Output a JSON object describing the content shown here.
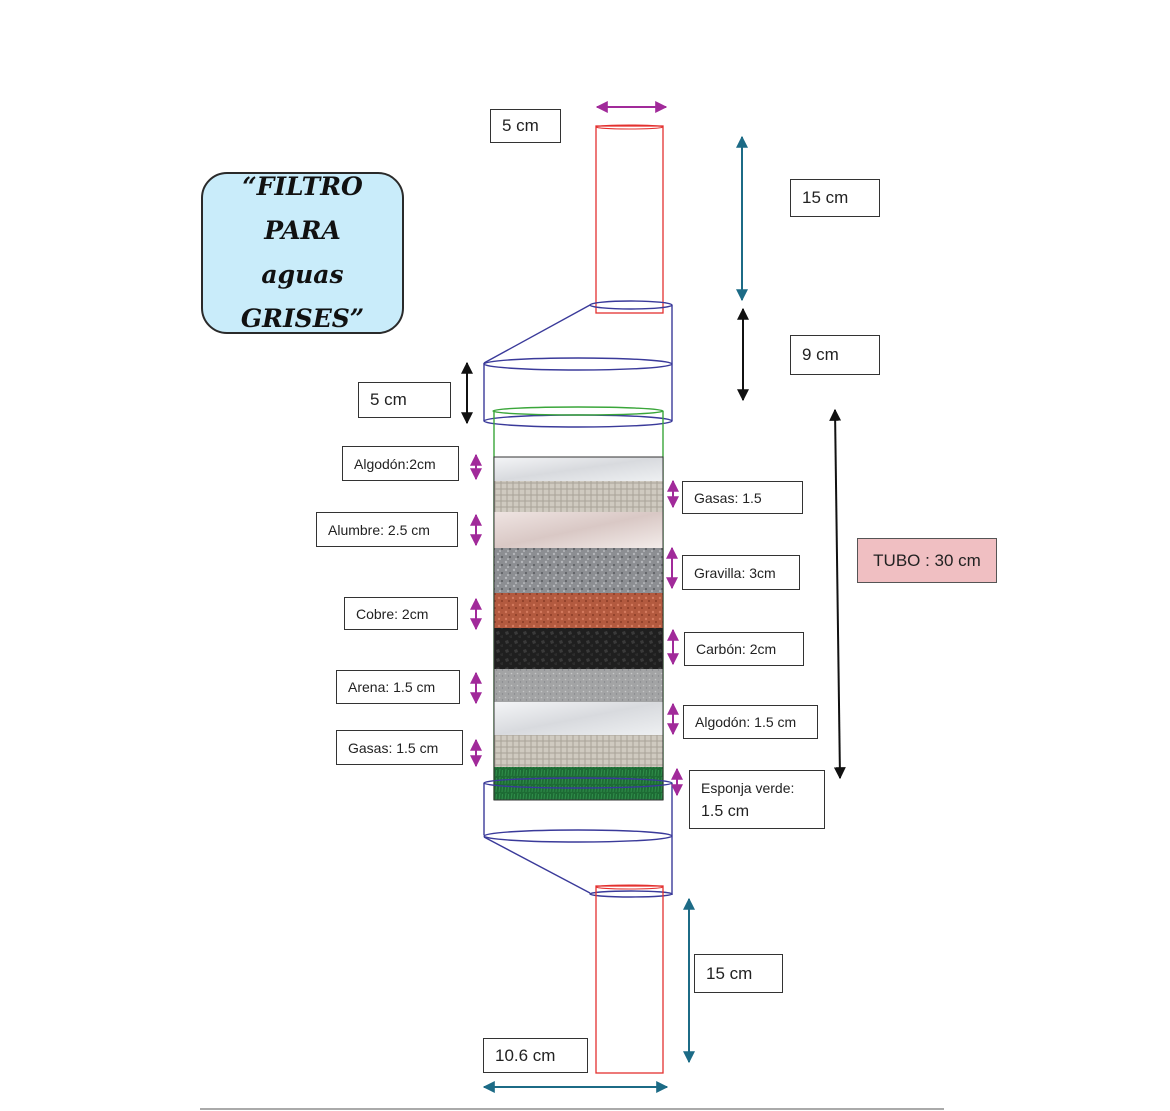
{
  "title": "“FILTRO PARA\naguas\nGRISES”",
  "dimensions": {
    "top_width": "5 cm",
    "top_tube_height": "15 cm",
    "reducer_height": "9 cm",
    "cap_height": "5 cm",
    "tube_total": "TUBO : 30 cm",
    "bottom_tube_height": "15 cm",
    "bottom_width": "10.6 cm"
  },
  "layers": [
    {
      "label": "Algodón:2cm",
      "side": "left",
      "color": "#e6e8ec"
    },
    {
      "label": "Gasas: 1.5",
      "side": "right",
      "color": "#c8c4bc"
    },
    {
      "label": "Alumbre: 2.5 cm",
      "side": "left",
      "color": "#e9dcd9"
    },
    {
      "label": "Gravilla: 3cm",
      "side": "right",
      "color": "#8c8e92"
    },
    {
      "label": "Cobre: 2cm",
      "side": "left",
      "color": "#b35a3f"
    },
    {
      "label": "Carbón: 2cm",
      "side": "right",
      "color": "#1f1f1f"
    },
    {
      "label": "Arena: 1.5 cm",
      "side": "left",
      "color": "#a3a4a5"
    },
    {
      "label": "Algodón: 1.5 cm",
      "side": "right",
      "color": "#e3e5e9"
    },
    {
      "label": "Gasas: 1.5 cm",
      "side": "left",
      "color": "#bdb8ae"
    },
    {
      "label": "Esponja verde:",
      "sub": "1.5 cm",
      "side": "right",
      "color": "#1d6b34"
    }
  ],
  "colors": {
    "pipe_outline": "#e3312f",
    "reducer_outline": "#3a3a9a",
    "tube_outline": "#3aa63a",
    "arrow_magenta": "#a12a9a",
    "arrow_teal": "#1c6b86",
    "arrow_black": "#111111",
    "title_bg": "#c9ecfa",
    "tubo_bg": "#f0bfc2"
  }
}
